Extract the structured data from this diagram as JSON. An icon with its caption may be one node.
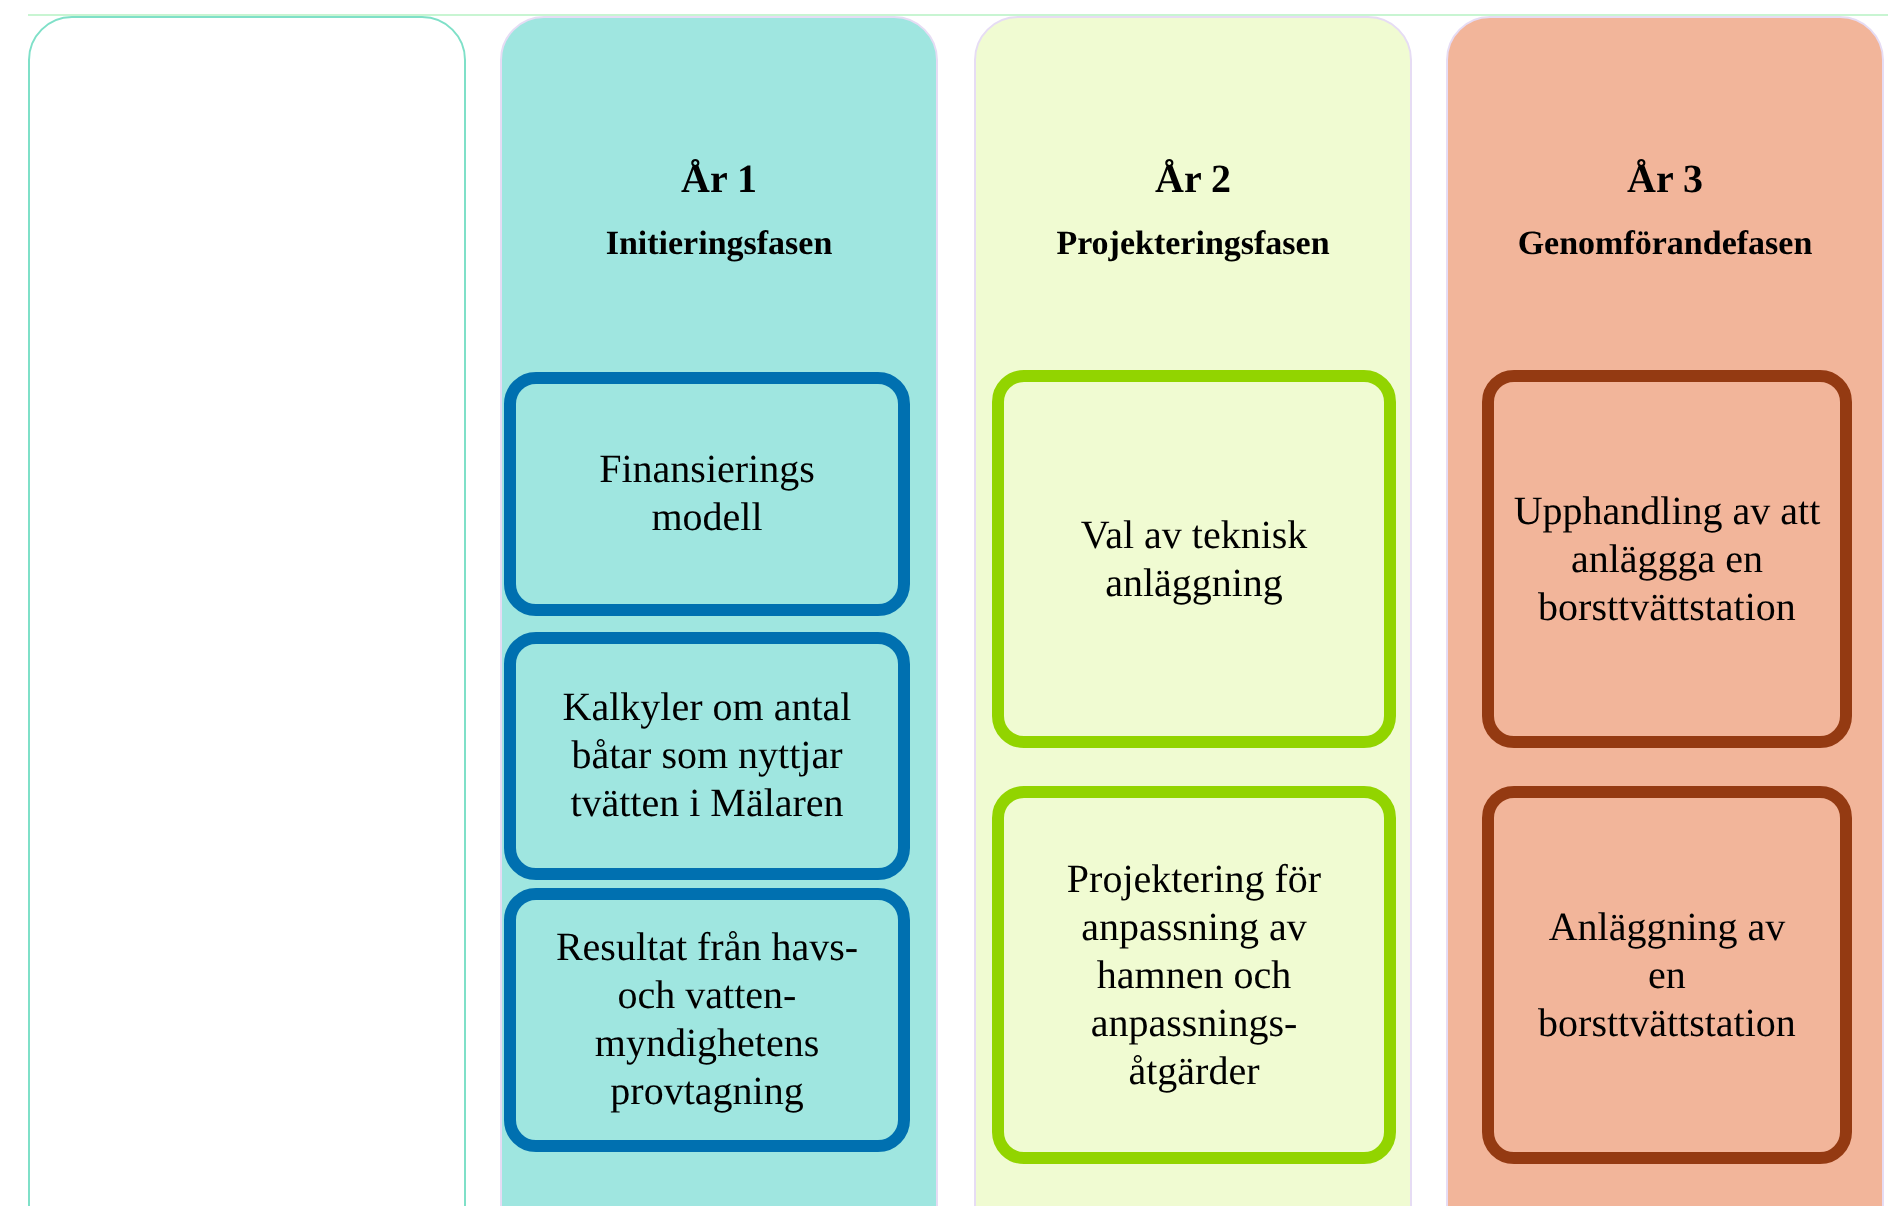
{
  "diagram": {
    "nodes": [
      {
        "text": [],
        "shape": "box"
      },
      {
        "text": [
          "År 1",
          "Initieringsfasen"
        ]
      },
      {
        "text": [
          "Finansierings modell"
        ],
        "in": 1
      },
      {
        "text": [
          "Kalkyler om antal båtar som nyttjar tvätten i Mälaren"
        ],
        "in": 1
      },
      {
        "text": [
          "Resultat från havs- och vatten-myndighetens provtagning"
        ],
        "in": 1
      },
      {
        "text": [
          "År 2",
          "Projekteringsfasen"
        ]
      },
      {
        "text": [
          "Val av teknisk anläggning"
        ],
        "in": 5
      },
      {
        "text": [
          "Projektering för anpassning av hamnen och anpassnings-åtgärder"
        ],
        "in": 5
      },
      {
        "text": [
          "År 3",
          "Genomförandefasen"
        ]
      },
      {
        "text": [
          "Upphandling av att anläggga en borsttvättstation"
        ],
        "in": 8
      },
      {
        "text": [
          "Anläggning av en borsttvättstation"
        ],
        "in": 8
      }
    ]
  }
}
